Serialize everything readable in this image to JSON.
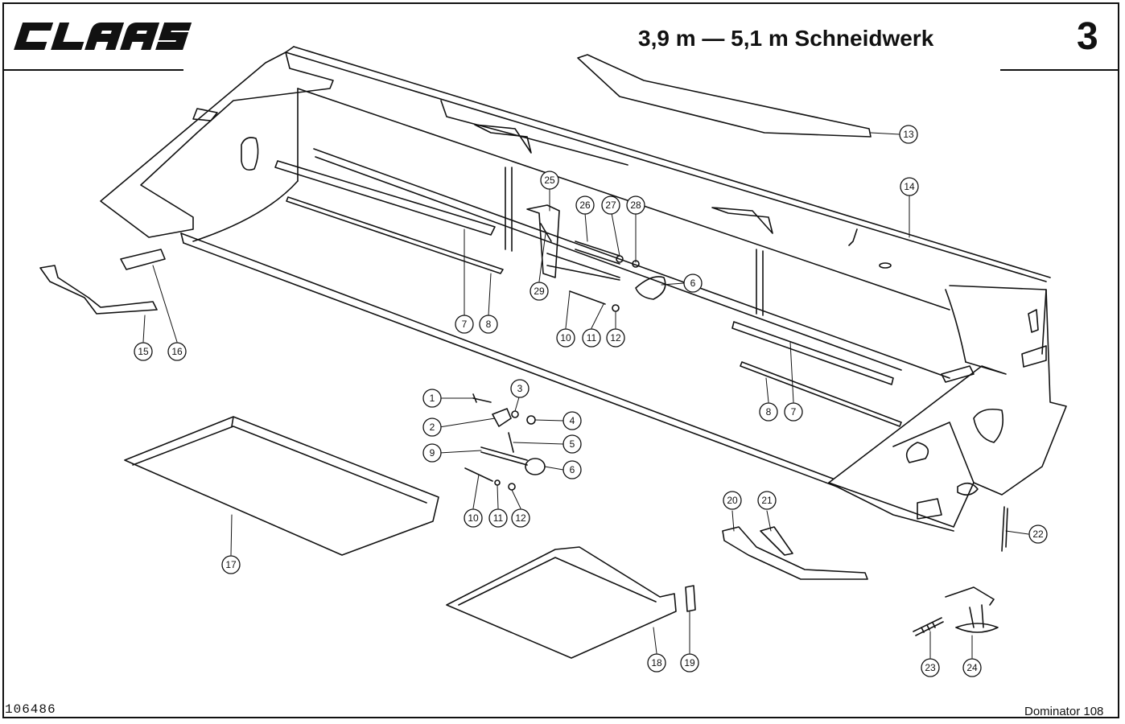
{
  "header": {
    "brand": "CLAAS",
    "title": "3,9 m — 5,1 m Schneidwerk",
    "section_number": "3"
  },
  "footer": {
    "document_number": "106486",
    "model": "Dominator 108"
  },
  "callouts": [
    {
      "label": "1"
    },
    {
      "label": "2"
    },
    {
      "label": "3"
    },
    {
      "label": "4"
    },
    {
      "label": "5"
    },
    {
      "label": "6"
    },
    {
      "label": "6"
    },
    {
      "label": "7"
    },
    {
      "label": "7"
    },
    {
      "label": "8"
    },
    {
      "label": "8"
    },
    {
      "label": "9"
    },
    {
      "label": "10"
    },
    {
      "label": "10"
    },
    {
      "label": "11"
    },
    {
      "label": "11"
    },
    {
      "label": "12"
    },
    {
      "label": "12"
    },
    {
      "label": "13"
    },
    {
      "label": "14"
    },
    {
      "label": "15"
    },
    {
      "label": "16"
    },
    {
      "label": "17"
    },
    {
      "label": "18"
    },
    {
      "label": "19"
    },
    {
      "label": "20"
    },
    {
      "label": "21"
    },
    {
      "label": "22"
    },
    {
      "label": "23"
    },
    {
      "label": "24"
    },
    {
      "label": "25"
    },
    {
      "label": "26"
    },
    {
      "label": "27"
    },
    {
      "label": "28"
    },
    {
      "label": "29"
    }
  ]
}
